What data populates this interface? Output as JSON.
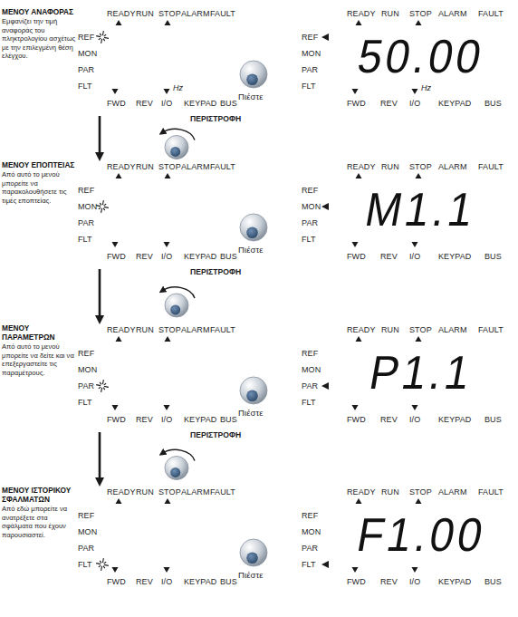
{
  "diagram": {
    "nodes": [
      {
        "text": [
          "ΜΕΝΟΥ ΑΝΑΦΟΡΑΣ",
          "Εμφανίζει την τιμή αναφοράς του πληκτρολογίου ασχέτως με την επιλεγμένη θέση ελέγχου."
        ]
      },
      {
        "text": [
          "ΜΕΝΟΥ ΕΠΟΠΤΕΙΑΣ",
          "Από αυτό το μενού μπορείτε να παρακολουθήσετε τις τιμές εποπτείας."
        ]
      },
      {
        "text": [
          "ΜΕΝΟΥ ΠΑΡΑΜΕΤΡΩΝ",
          "Από αυτό το μενού μπορείτε να δείτε και να επεξεργαστείτε τις παραμέτρους."
        ]
      },
      {
        "text": [
          "ΜΕΝΟΥ ΙΣΤΟΡΙΚΟΥ ΣΦΑΛΜΑΤΩΝ",
          "Από εδώ μπορείτε να ανατρέξετε στα σφάλματα που έχουν παρουσιαστεί."
        ]
      },
      {
        "text": [
          "50.00"
        ]
      },
      {
        "text": [
          "M1.1"
        ]
      },
      {
        "text": [
          "P1.1"
        ]
      },
      {
        "text": [
          "F1.00"
        ]
      }
    ],
    "edges": [
      {
        "from": 0,
        "to": 1,
        "arrow": "to",
        "label": "ΠΕΡΙΣΤΡΟΦΗ"
      },
      {
        "from": 1,
        "to": 2,
        "arrow": "to",
        "label": "ΠΕΡΙΣΤΡΟΦΗ"
      },
      {
        "from": 2,
        "to": 3,
        "arrow": "to",
        "label": "ΠΕΡΙΣΤΡΟΦΗ"
      }
    ],
    "labels": [
      "READY",
      "RUN",
      "STOP",
      "ALARM",
      "FAULT",
      "REF",
      "MON",
      "PAR",
      "FLT",
      "FWD",
      "REV",
      "I/O",
      "KEYPAD",
      "BUS",
      "Hz",
      "Πιέστε",
      "READY",
      "RUN",
      "STOP",
      "ALARM",
      "FAULT",
      "REF",
      "MON",
      "PAR",
      "FLT",
      "FWD",
      "REV",
      "I/O",
      "KEYPAD",
      "BUS",
      "Hz",
      "READY",
      "RUN",
      "STOP",
      "ALARM",
      "FAULT",
      "REF",
      "MON",
      "PAR",
      "FLT",
      "FWD",
      "REV",
      "I/O",
      "KEYPAD",
      "BUS",
      "Πιέστε",
      "READY",
      "RUN",
      "STOP",
      "ALARM",
      "FAULT",
      "REF",
      "MON",
      "PAR",
      "FLT",
      "FWD",
      "REV",
      "I/O",
      "KEYPAD",
      "BUS",
      "READY",
      "RUN",
      "STOP",
      "ALARM",
      "FAULT",
      "REF",
      "MON",
      "PAR",
      "FLT",
      "FWD",
      "REV",
      "I/O",
      "KEYPAD",
      "BUS",
      "Πιέστε",
      "READY",
      "RUN",
      "STOP",
      "ALARM",
      "FAULT",
      "REF",
      "MON",
      "PAR",
      "FLT",
      "FWD",
      "REV",
      "I/O",
      "KEYPAD",
      "BUS",
      "READY",
      "RUN",
      "STOP",
      "ALARM",
      "FAULT",
      "REF",
      "MON",
      "PAR",
      "FLT",
      "FWD",
      "REV",
      "I/O",
      "KEYPAD",
      "BUS",
      "Πιέστε",
      "READY",
      "RUN",
      "STOP",
      "ALARM",
      "FAULT",
      "REF",
      "MON",
      "PAR",
      "FLT",
      "FWD",
      "REV",
      "I/O",
      "KEYPAD",
      "BUS"
    ]
  }
}
